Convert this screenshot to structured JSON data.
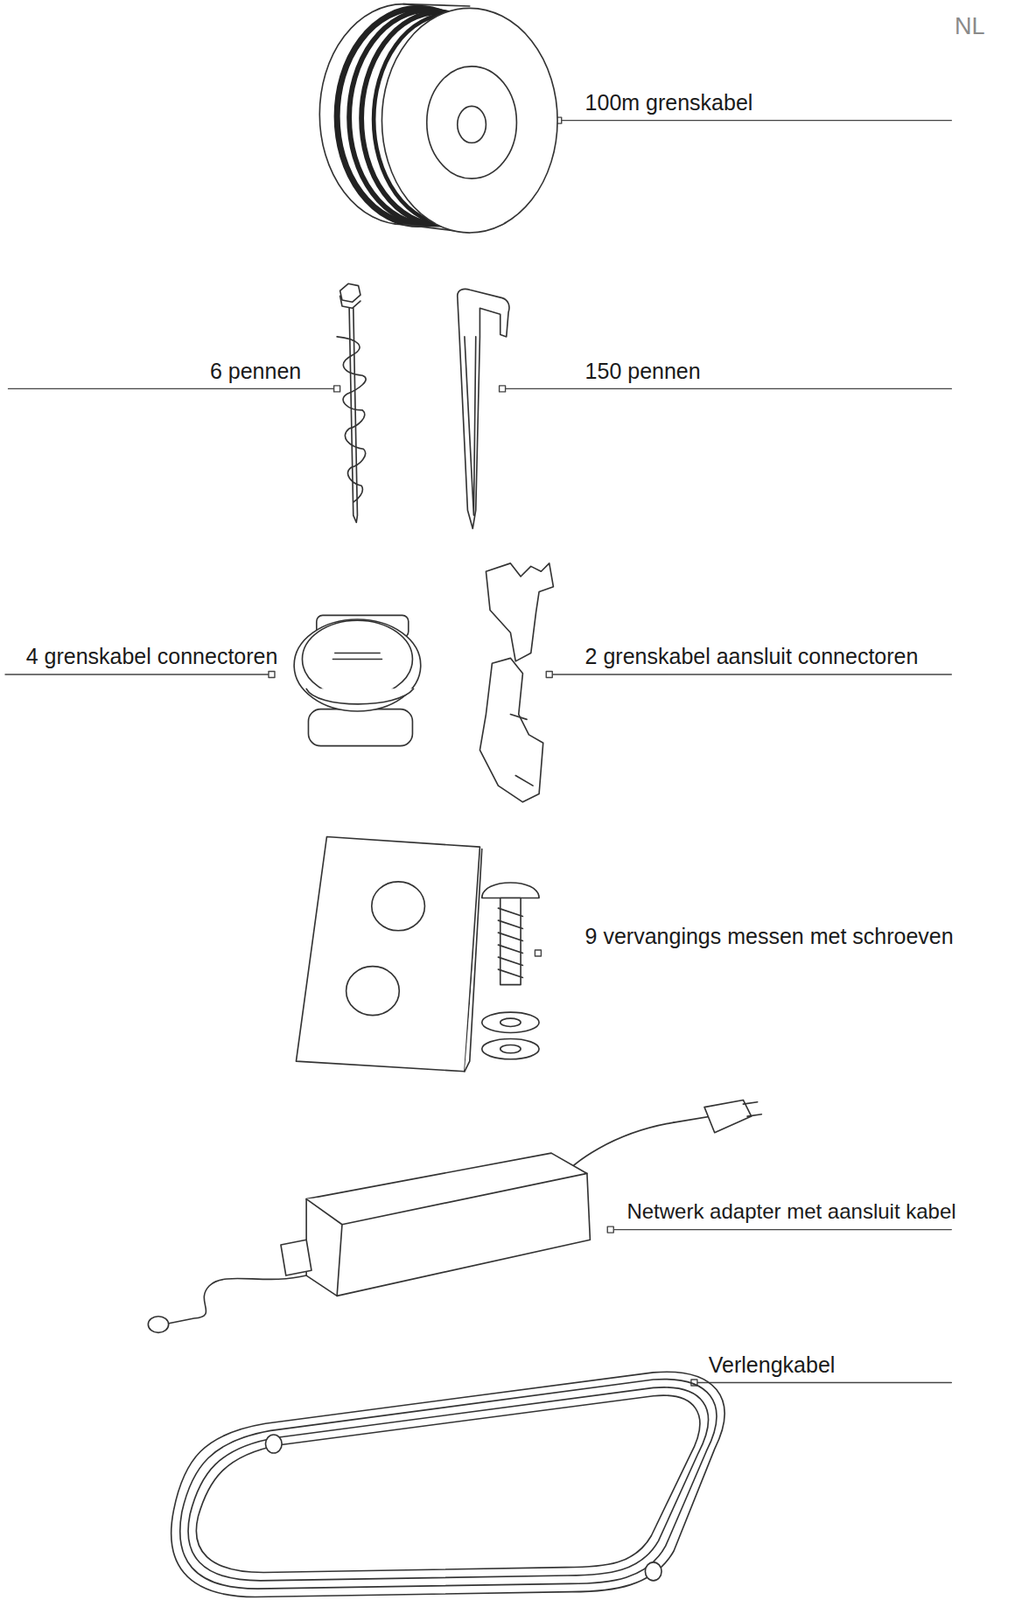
{
  "diagram": {
    "labels": [
      "NL",
      "100m grenskabel",
      "6 pennen",
      "150 pennen",
      "4 grenskabel connectoren",
      "2 grenskabel aansluit connectoren",
      "9 vervangings messen met schroeven",
      "Netwerk adapter met aansluit kabel",
      "Verlengkabel"
    ]
  }
}
